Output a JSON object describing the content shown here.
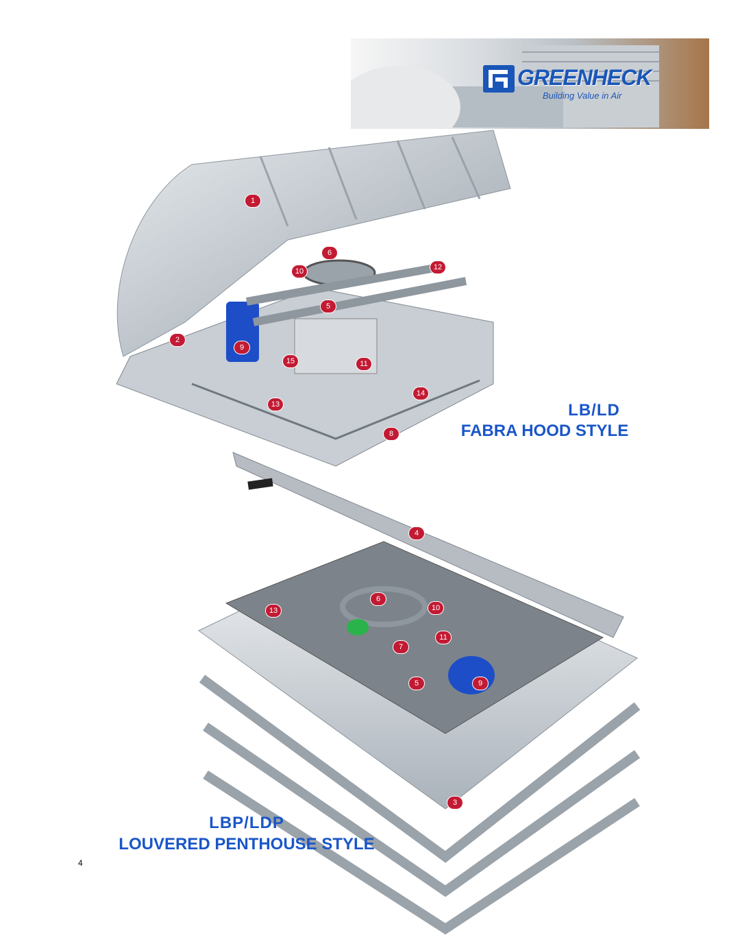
{
  "brand": {
    "logo_alt": "Greenheck logo",
    "name": "GREENHECK",
    "tagline": "Building Value in Air",
    "color": "#1a56b8"
  },
  "models": [
    {
      "code": "LB/LD",
      "style": "FABRA HOOD STYLE"
    },
    {
      "code": "LBP/LDP",
      "style": "LOUVERED PENTHOUSE STYLE"
    }
  ],
  "callouts": {
    "hood_unit": [
      "1",
      "6",
      "10",
      "12",
      "5",
      "2",
      "9",
      "15",
      "11",
      "14",
      "13",
      "8"
    ],
    "penthouse_unit": [
      "4",
      "6",
      "13",
      "10",
      "11",
      "7",
      "5",
      "9",
      "3"
    ]
  },
  "page_number": "4",
  "accent_color": "#c31a33"
}
